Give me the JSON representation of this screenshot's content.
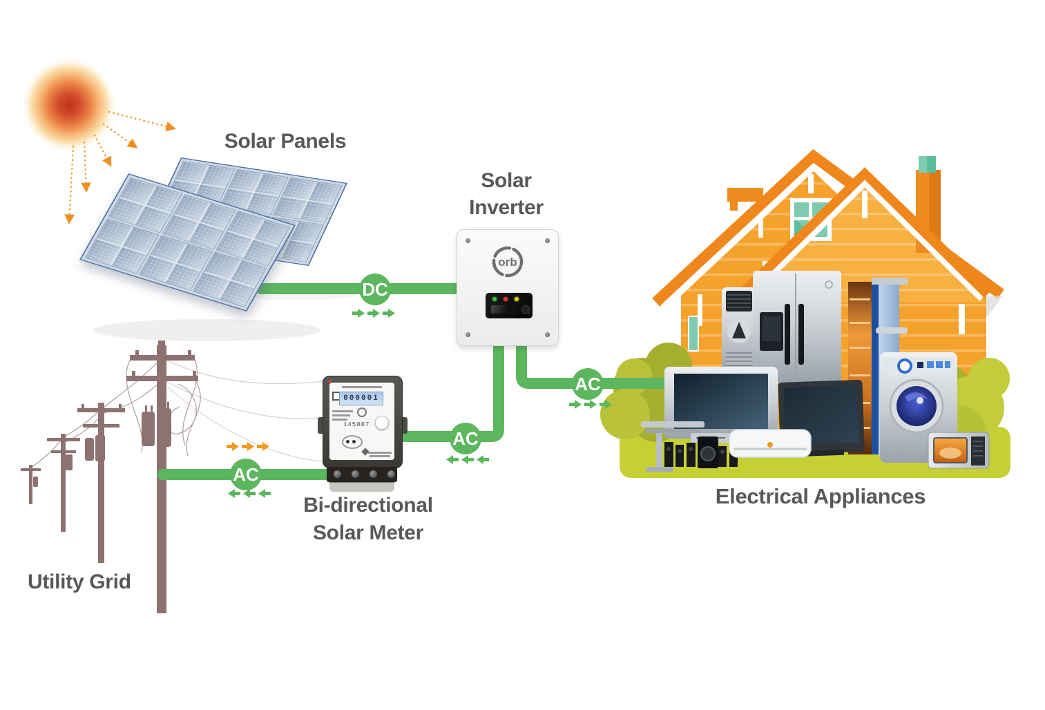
{
  "labels": {
    "solar_panels": "Solar Panels",
    "inverter_line1": "Solar",
    "inverter_line2": "Inverter",
    "meter_line1": "Bi-directional",
    "meter_line2": "Solar Meter",
    "utility_grid": "Utility Grid",
    "electrical_appliances": "Electrical Appliances"
  },
  "badges": {
    "dc_panel_to_inverter": "DC",
    "ac_inverter_to_home": "AC",
    "ac_inverter_to_meter": "AC",
    "ac_grid_to_meter": "AC"
  },
  "inverter": {
    "brand": "orb"
  },
  "meter": {
    "lcd_reading": "000001",
    "serial_number": "145007"
  },
  "colors": {
    "flow_green": "#5cb65e",
    "sun_ray_orange": "#ef9a28",
    "label_gray": "#57585a",
    "house_orange": "#f5a22d",
    "roof_orange": "#f0871c",
    "teal_accent": "#7ecbb0",
    "grass_green": "#c6d034",
    "pole_brown": "#8d7272",
    "panel_blue": "#8fa3bd"
  }
}
